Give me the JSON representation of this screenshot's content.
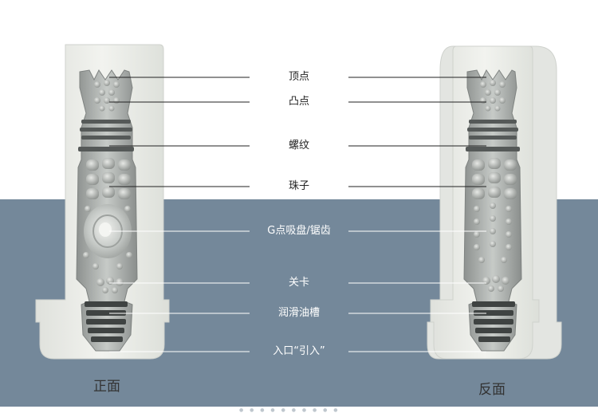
{
  "labels": {
    "peak": "顶点",
    "bumps": "凸点",
    "thread": "螺纹",
    "beads": "珠子",
    "gspot": "G点吸盘/锯齿",
    "checkpoint": "关卡",
    "lube_groove": "润滑油槽",
    "entrance": "入口“引入”"
  },
  "captions": {
    "front": "正面",
    "back": "反面"
  },
  "colors": {
    "background_top": "#ffffff",
    "background_bottom": "#74889a",
    "sleeve": "#eceee9",
    "leader_line_dark": "#222222",
    "leader_line_light": "#ffffff"
  }
}
